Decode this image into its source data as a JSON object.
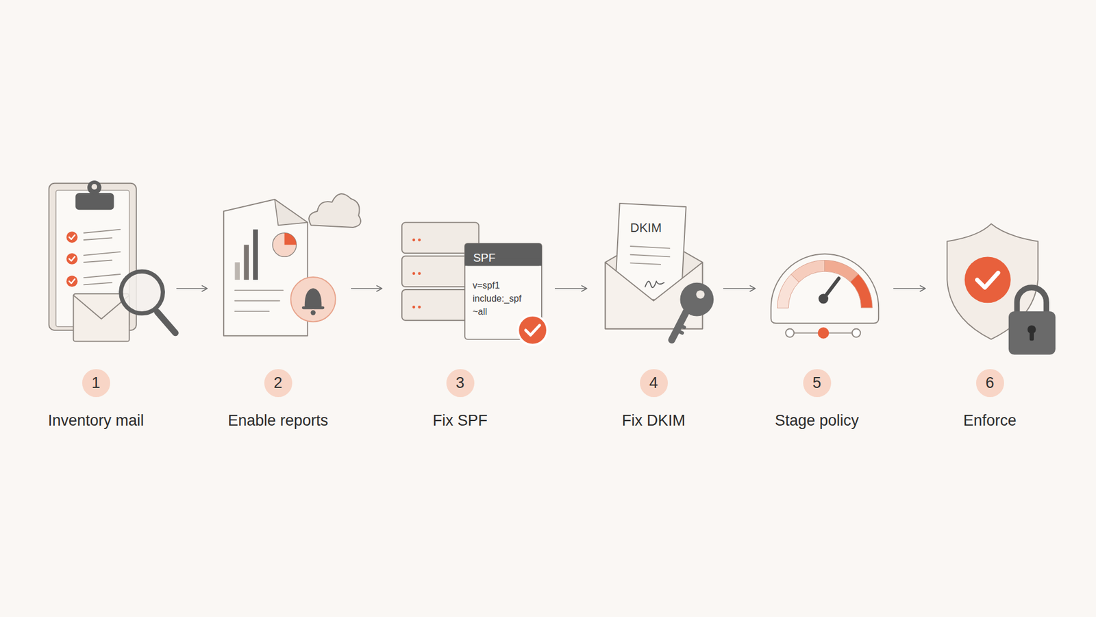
{
  "diagram": {
    "nodes": [
      {
        "text": [
          "1",
          "Inventory mail"
        ]
      },
      {
        "text": [
          "2",
          "Enable reports"
        ]
      },
      {
        "text": [
          "3",
          "Fix SPF"
        ]
      },
      {
        "text": [
          "4",
          "Fix DKIM"
        ]
      },
      {
        "text": [
          "5",
          "Stage policy"
        ]
      },
      {
        "text": [
          "6",
          "Enforce"
        ]
      }
    ],
    "edges": [
      {
        "from": 0,
        "to": 1,
        "arrow": "to"
      },
      {
        "from": 1,
        "to": 2,
        "arrow": "to"
      },
      {
        "from": 2,
        "to": 3,
        "arrow": "to"
      },
      {
        "from": 3,
        "to": 4,
        "arrow": "to"
      },
      {
        "from": 4,
        "to": 5,
        "arrow": "to"
      }
    ],
    "labels": [
      "SPF",
      "v=spf1 include:_spf ~all",
      "DKIM"
    ]
  }
}
